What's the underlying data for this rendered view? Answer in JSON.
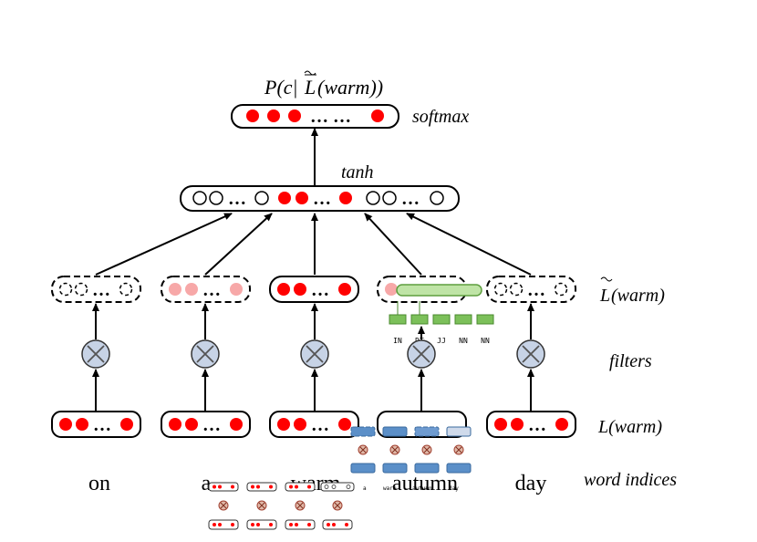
{
  "labels": {
    "output_prob_main": "P(c|",
    "output_prob_L": "L",
    "output_prob_rest": "(warm))",
    "softmax": "softmax",
    "tanh": "tanh",
    "filtered_L_symbol": "L",
    "filtered_L_rest": "(warm)",
    "filters": "filters",
    "embedding": "L(warm)",
    "word_indices": "word indices"
  },
  "ellipsis": "…",
  "softmax_dots": "… …",
  "words": [
    "on",
    "a",
    "warm",
    "autumn",
    "day"
  ],
  "pos_tags": [
    "IN",
    "DT",
    "JJ",
    "NN",
    "NN"
  ],
  "inset_words": [
    "a",
    "warm",
    "autumn",
    "day"
  ],
  "colors": {
    "red": "#ff0000",
    "pink": "#f7a8a8",
    "filter_fill": "#c7d3e6",
    "green": "#7cc05a",
    "green_light": "#bfe4a6",
    "blue": "#5b8fc8",
    "blue_light": "#cfdaeb"
  }
}
